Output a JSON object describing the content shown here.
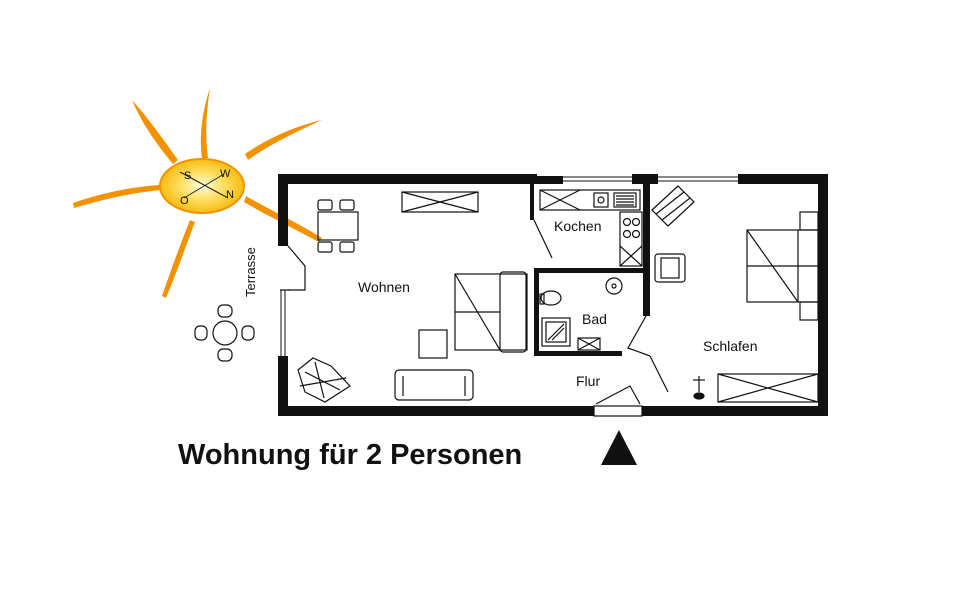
{
  "title": "Wohnung für 2 Personen",
  "compass": {
    "s": "S",
    "w": "W",
    "n": "N",
    "o": "O"
  },
  "rooms": {
    "wohnen": "Wohnen",
    "kochen": "Kochen",
    "bad": "Bad",
    "schlafen": "Schlafen",
    "flur": "Flur",
    "terrasse": "Terrasse"
  },
  "colors": {
    "sun_ray": "#f39200",
    "sun_core": "#f7b500",
    "sun_glow": "#fde9a0",
    "wall": "#111111"
  },
  "icons": {
    "sun": "sun-compass-icon",
    "entrance": "entrance-triangle-icon"
  }
}
